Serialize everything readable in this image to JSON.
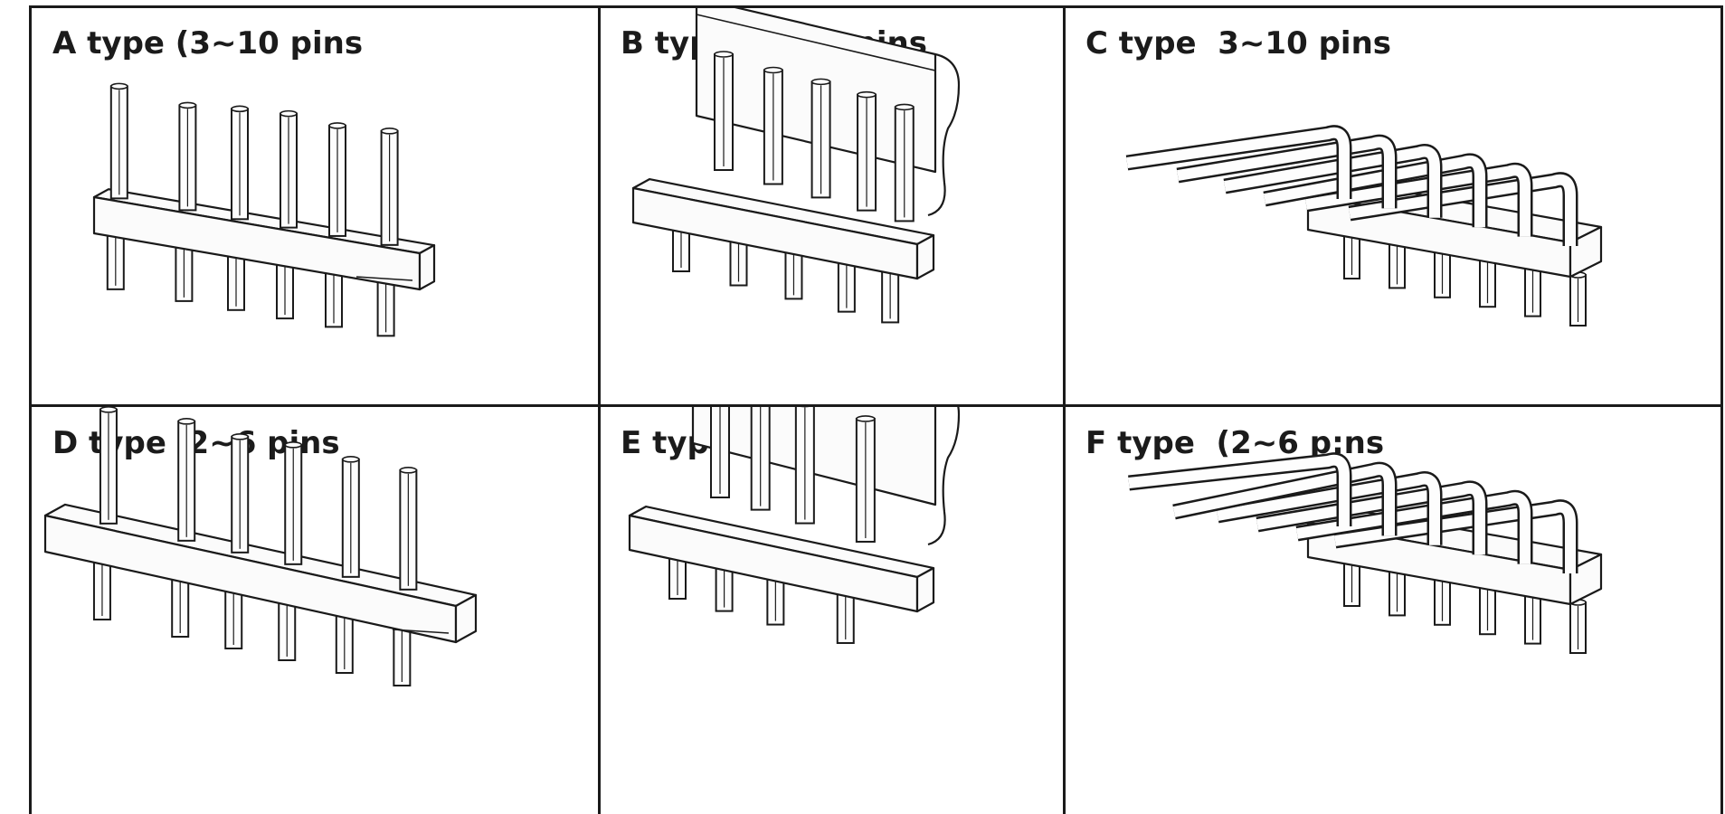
{
  "panels": [
    {
      "id": "A",
      "label": "A type (3~10 pins",
      "style": "vertical"
    },
    {
      "id": "B",
      "label": "B type  3~10 pins",
      "style": "friction-lock"
    },
    {
      "id": "C",
      "label": "C type  3~10 pins",
      "style": "right-angle"
    },
    {
      "id": "D",
      "label": "D type  2~6 pins",
      "style": "vertical"
    },
    {
      "id": "E",
      "label": "E type  2~6 pins",
      "style": "friction-lock"
    },
    {
      "id": "F",
      "label": "F type  (2~6 p:ns",
      "style": "right-angle"
    }
  ]
}
